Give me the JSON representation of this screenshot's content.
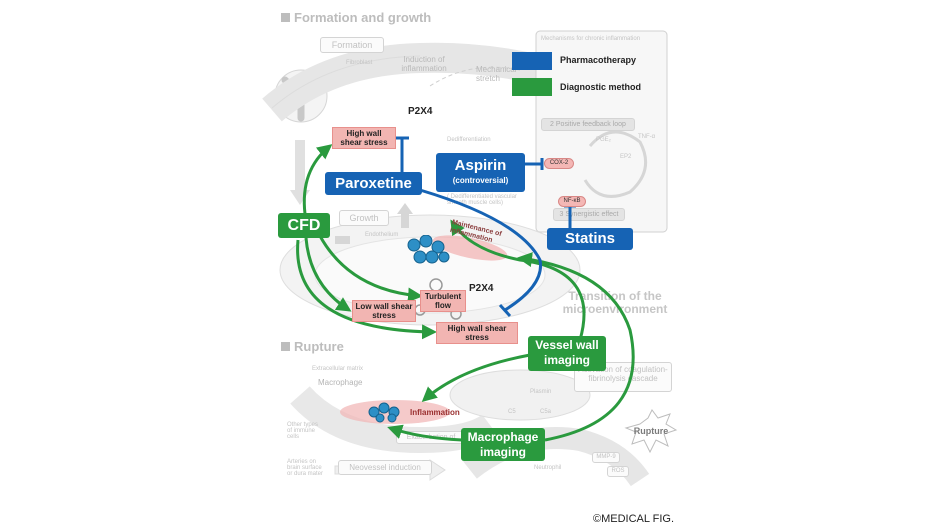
{
  "sections": {
    "formation": "Formation and growth",
    "rupture": "Rupture"
  },
  "legend": {
    "pharmacotherapy": "Pharmacotherapy",
    "diagnostic": "Diagnostic method",
    "pharmacotherapy_color": "#1663b4",
    "diagnostic_color": "#2a9a3e"
  },
  "background": {
    "formation_box": "Formation",
    "growth_box": "Growth",
    "fibroblast": "Fibroblast",
    "induction": "Induction of inflammation",
    "mechanical": "Mechanical stretch",
    "mechanisms_title": "Mechanisms for chronic inflammation",
    "positive_loop": "2 Positive feedback loop",
    "pge2": "PGE₂",
    "tnf": "TNF-α",
    "ep2": "EP2",
    "synergistic": "3 Synergistic effect",
    "dedifferentiation": "Dedifferentiation",
    "dedifferentiated_smc": "( Dedifferentiated vascular smooth muscle cells)",
    "endothelium": "Endothelium",
    "transition": "Transition of the microenvironment",
    "activation": "Activation of coagulation-fibrinolysis cascade",
    "plasmin": "Plasmin",
    "c5": "C5",
    "c5a": "C5a",
    "macrophage": "Macrophage",
    "other_cells": "Other types of immune cells",
    "arteries": "Arteries on brain surface or dura mater",
    "neovessel": "Neovessel induction",
    "neutrophil": "Neutrophil",
    "mmp9": "MMP-9",
    "ros": "ROS",
    "rupture_burst": "Rupture",
    "extracellular": "Extracellular matrix",
    "exacerbation": "Exacerbation of inflammation"
  },
  "labels": {
    "p2x4_top": "P2X4",
    "p2x4_bottom": "P2X4",
    "hwss_top": "High wall shear stress",
    "maintenance": "Maintenance of inflammation",
    "turbulent": "Turbulent flow",
    "low_wss": "Low wall shear stress",
    "hwss_bottom": "High wall shear stress",
    "inflammation": "Inflammation",
    "cox2": "COX-2",
    "nfkb": "NF-κB"
  },
  "blue_boxes": {
    "paroxetine": "Paroxetine",
    "aspirin": "Aspirin",
    "aspirin_note": "(controversial)",
    "statins": "Statins"
  },
  "green_boxes": {
    "cfd": "CFD",
    "vessel_wall": "Vessel wall imaging",
    "macrophage_imaging": "Macrophage imaging"
  },
  "copyright": "©MEDICAL FIG."
}
